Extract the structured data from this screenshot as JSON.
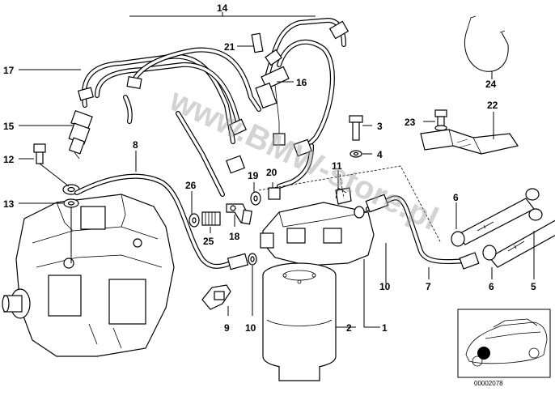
{
  "diagram": {
    "callouts": [
      "14",
      "21",
      "16",
      "17",
      "15",
      "12",
      "8",
      "13",
      "3",
      "4",
      "23",
      "22",
      "24",
      "11",
      "26",
      "19",
      "20",
      "25",
      "18",
      "6",
      "6",
      "5",
      "7",
      "10",
      "10",
      "9",
      "2",
      "1"
    ],
    "watermark": "www.BMW-store.pl",
    "document_number": "00002078"
  }
}
